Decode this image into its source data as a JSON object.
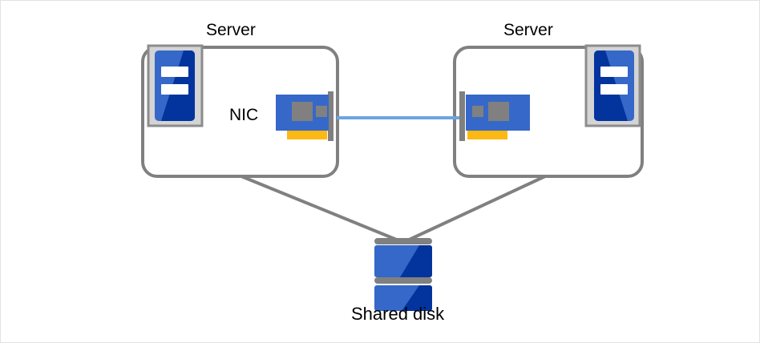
{
  "diagram": {
    "title": "Two-server shared disk cluster",
    "background": "#ffffff",
    "border_color": "#e2e2e2"
  },
  "labels": {
    "server_left": "Server",
    "server_right": "Server",
    "nic": "NIC",
    "shared_disk": "Shared disk"
  },
  "colors": {
    "outline_gray": "#808080",
    "icon_frame_gray": "#d4d4d4",
    "icon_frame_border": "#8c8c8c",
    "server_blue_light": "#3568c8",
    "server_blue_dark": "#03349e",
    "nic_blue": "#3568c8",
    "nic_chip_gray": "#808080",
    "nic_bracket_gray": "#808080",
    "nic_tab_yellow": "#fcb813",
    "cable_blue": "#6ba6e0",
    "disk_blue_light": "#3568c8",
    "disk_blue_dark": "#03349e",
    "disk_band_gray": "#808080",
    "text_black": "#000000"
  },
  "nodes": {
    "server_left": {
      "name": "Server",
      "icon": "server-icon",
      "nic_label": "NIC",
      "has_nic": true
    },
    "server_right": {
      "name": "Server",
      "icon": "server-icon",
      "has_nic": true
    },
    "shared_disk": {
      "name": "Shared disk",
      "icon": "database-disk-icon",
      "platters": 2
    }
  },
  "connections": [
    {
      "from": "server_left_nic",
      "to": "server_right_nic",
      "style": "cable",
      "color": "#6ba6e0"
    },
    {
      "from": "server_left",
      "to": "shared_disk",
      "style": "line",
      "color": "#808080"
    },
    {
      "from": "server_right",
      "to": "shared_disk",
      "style": "line",
      "color": "#808080"
    }
  ]
}
